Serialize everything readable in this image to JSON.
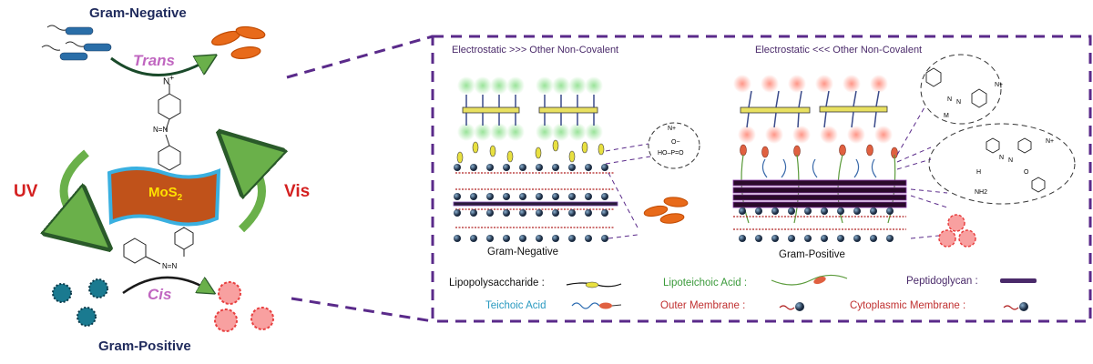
{
  "left_panel": {
    "gram_negative_title": "Gram-Negative",
    "gram_positive_title": "Gram-Positive",
    "trans_label": "Trans",
    "cis_label": "Cis",
    "uv_label": "UV",
    "vis_label": "Vis",
    "material_label": "MoS",
    "material_subscript": "2",
    "ammonium_label": "N",
    "ammonium_charge": "+",
    "azo_label": "N=N"
  },
  "right_panel": {
    "left_header": "Electrostatic >>> Other Non-Covalent",
    "right_header": "Electrostatic <<< Other Non-Covalent",
    "left_membrane_caption": "Gram-Negative",
    "right_membrane_caption": "Gram-Positive",
    "inset_left_text": [
      "N+",
      "O−",
      "HO–P=O"
    ],
    "inset_top_right_text": [
      "N",
      "N",
      "M",
      "N+"
    ],
    "inset_bottom_right_text": [
      "N",
      "N",
      "H",
      "O",
      "NH2",
      "N+"
    ]
  },
  "legend": {
    "items": [
      {
        "label": "Lipopolysaccharide :",
        "color": "#111111"
      },
      {
        "label": "Lipoteichoic Acid :",
        "color": "#3a9a3a"
      },
      {
        "label": "Peptidoglycan :",
        "color": "#4a2a6a"
      },
      {
        "label": "Teichoic Acid",
        "color": "#2a9ac0"
      },
      {
        "label": "Outer Membrane :",
        "color": "#c03030"
      },
      {
        "label": "Cytoplasmic Membrane :",
        "color": "#c03030"
      }
    ]
  },
  "colors": {
    "dash_frame": "#5a2a8a",
    "arrow_green": "#6ab04a",
    "mos2_fill": "#c0521a",
    "mos2_border": "#3ab0e0",
    "mos2_text": "#ffe000",
    "gram_neg_before": "#2a6ea8",
    "gram_neg_after": "#e86a1a",
    "gram_pos_before": "#1a6a80",
    "gram_pos_after": "#f06060"
  }
}
